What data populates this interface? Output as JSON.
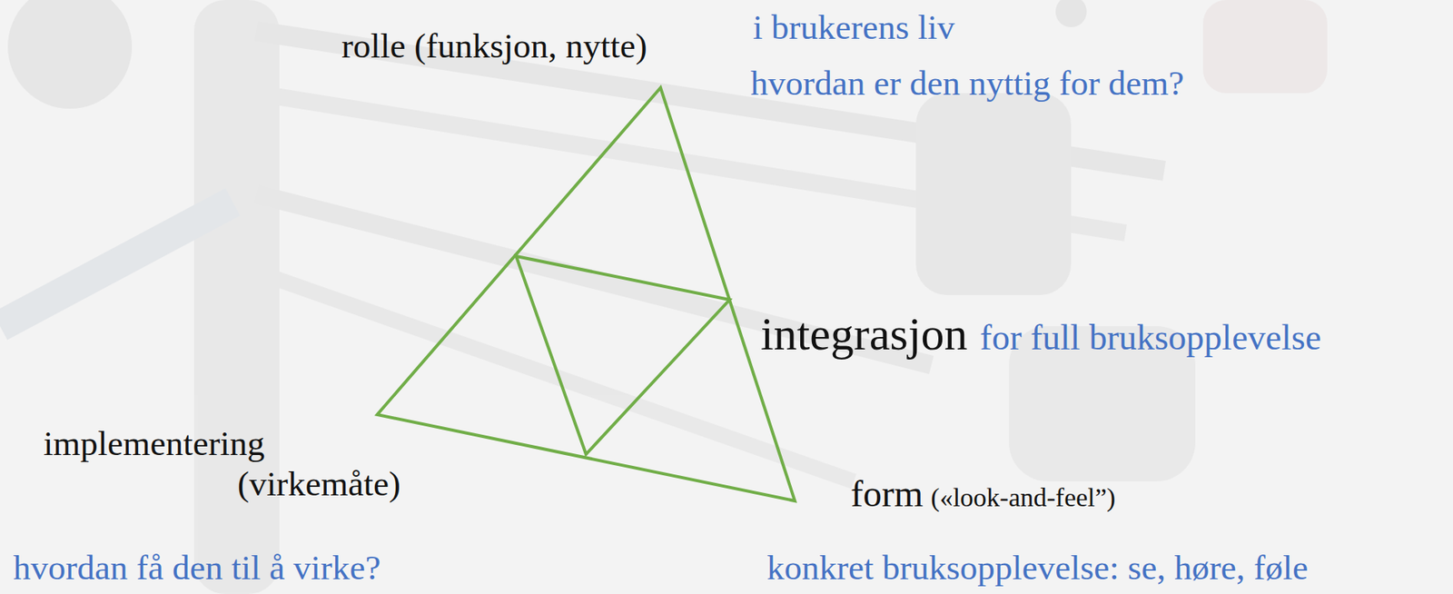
{
  "diagram": {
    "labels": [
      "rolle (funksjon, nytte)",
      "i brukerens liv",
      "hvordan er den nyttig for dem?",
      "integrasjon",
      "for full bruksopplevelse",
      "implementering (virkemåte)",
      "form",
      "(«look-and-feel”)",
      "hvordan få den til å virke?",
      "konkret bruksopplevelse: se, høre, føle"
    ]
  }
}
